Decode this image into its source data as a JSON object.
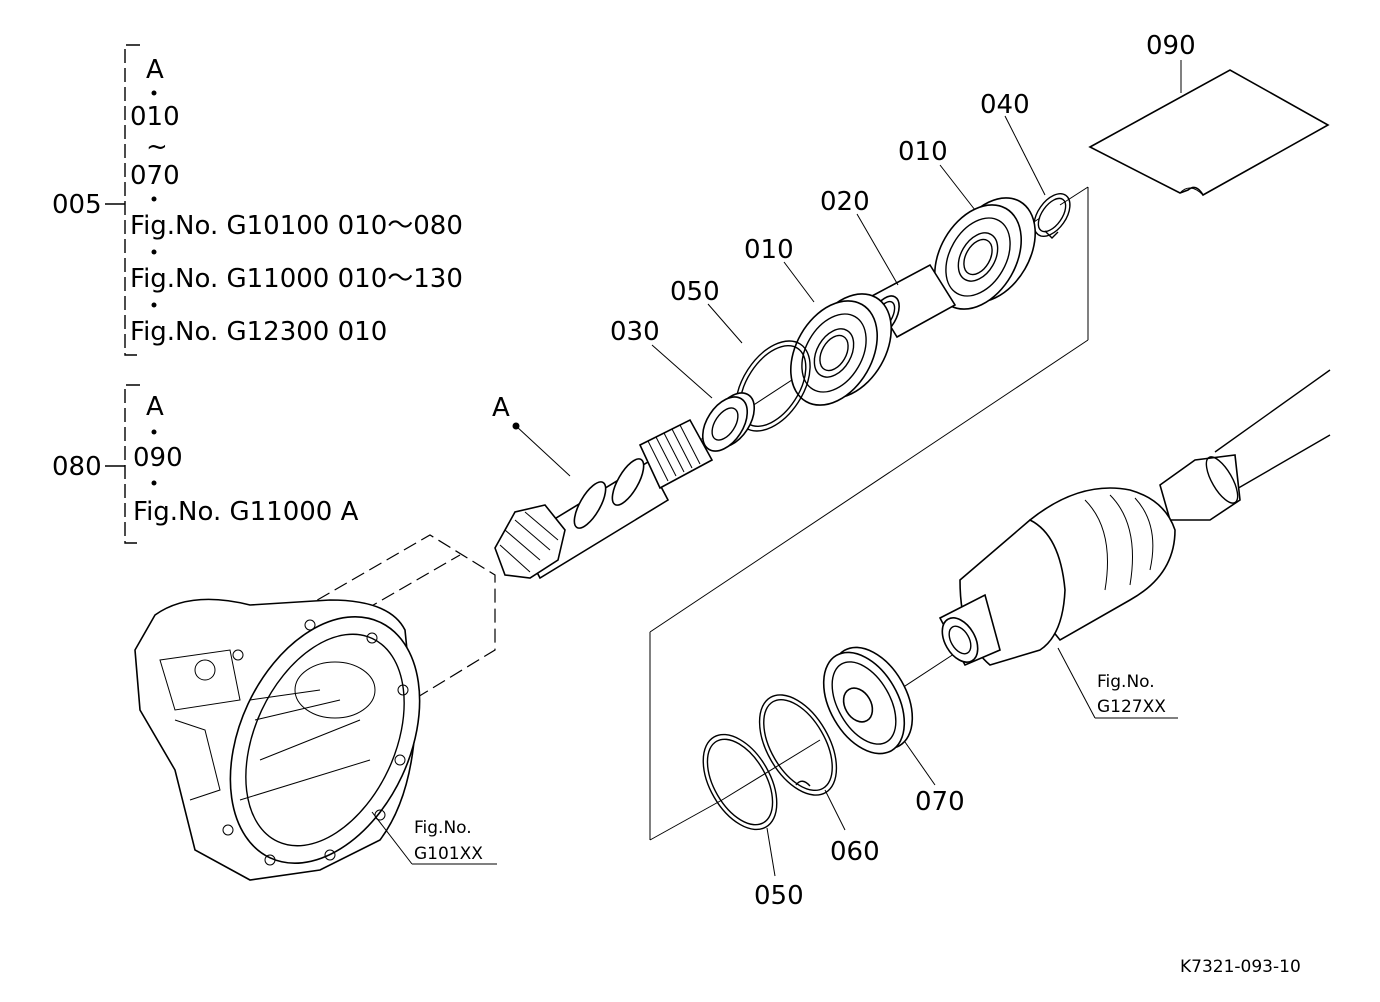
{
  "callouts": {
    "p090": "090",
    "p040": "040",
    "p010_top": "010",
    "p020": "020",
    "p010_mid": "010",
    "p050_top": "050",
    "p030": "030",
    "p070": "070",
    "p060": "060",
    "p050_bottom": "050",
    "point_a": "A"
  },
  "group_005": {
    "number": "005",
    "lines": [
      "A",
      "010",
      "~",
      "070",
      "Fig.No.  G10100  010～080",
      "Fig.No.  G11000  010～130",
      "Fig.No.  G12300  010"
    ]
  },
  "group_080": {
    "number": "080",
    "lines": [
      "A",
      "090",
      "Fig.No.  G11000  A"
    ]
  },
  "refs": {
    "housing_fig": "Fig.No.",
    "housing_code": "G101XX",
    "shaft_fig": "Fig.No.",
    "shaft_code": "G127XX"
  },
  "drawing_number": "K7321-093-10"
}
